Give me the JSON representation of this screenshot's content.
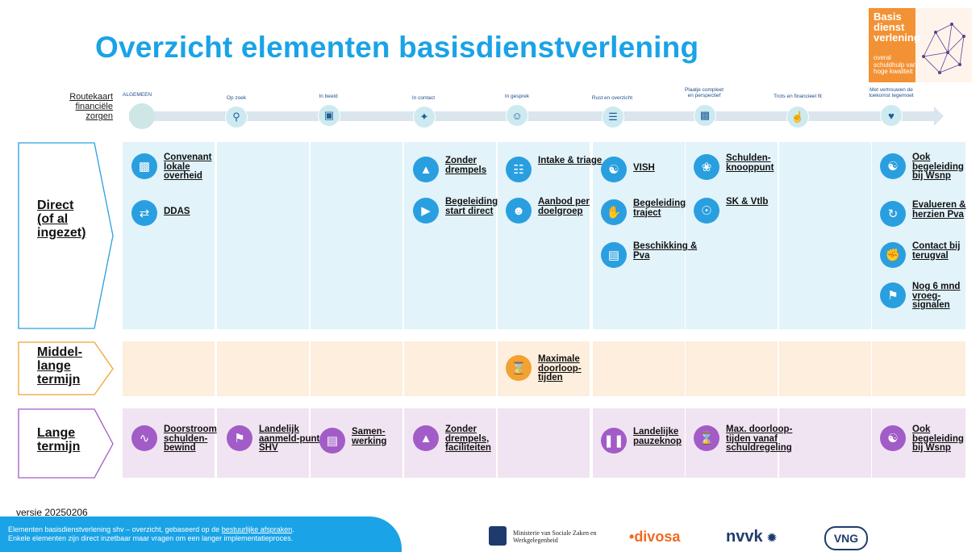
{
  "title": "Overzicht elementen basisdienstverlening",
  "logo": {
    "line1": "Basis",
    "line2": "dienst",
    "line3": "verlening",
    "tagline1": "overal",
    "tagline2": "schuldhulp van",
    "tagline3": "hoge kwaliteit"
  },
  "routekaart": {
    "line1": "Routekaart",
    "line2": "financiële",
    "line3": "zorgen"
  },
  "stages": [
    {
      "label": "ALGEMEEN",
      "icon": "algemeen-icon"
    },
    {
      "label": "Op zoek",
      "icon": "magnifier-icon"
    },
    {
      "label": "In beeld",
      "icon": "frame-icon"
    },
    {
      "label": "In contact",
      "icon": "network-icon"
    },
    {
      "label": "In gesprek",
      "icon": "conversation-icon"
    },
    {
      "label": "Rust en overzicht",
      "icon": "overview-icon"
    },
    {
      "label": "Plaatje compleet",
      "label2": "en perspectief",
      "icon": "puzzle-icon"
    },
    {
      "label": "Trots en financieel fit",
      "icon": "thumbs-up-icon"
    },
    {
      "label": "Met vertrouwen de",
      "label2": "toekomst tegemoet",
      "icon": "heart-hands-icon"
    }
  ],
  "rows": {
    "direct": {
      "l1": "Direct",
      "l2": "(of al",
      "l3": "ingezet)"
    },
    "middel": {
      "l1": "Middel-",
      "l2": "lange",
      "l3": "termijn"
    },
    "lange": {
      "l1": "Lange",
      "l2": "termijn"
    }
  },
  "items": {
    "convenant": "Convenant lokale overheid",
    "ddas": "DDAS",
    "zonder_drempels": "Zonder drempels",
    "begeleiding_start": "Begeleiding start direct",
    "intake": "Intake & triage",
    "aanbod": "Aanbod per doelgroep",
    "vish": "VISH",
    "begeleiding_traject": "Begeleiding traject",
    "beschikking": "Beschikking & Pva",
    "schuldenknooppunt": "Schulden-knooppunt",
    "sk_vtlb": "SK & Vtlb",
    "ook_begeleiding": "Ook begeleiding bij Wsnp",
    "evalueren": "Evalueren & herzien Pva",
    "contact_terugval": "Contact bij terugval",
    "nog6": "Nog 6 mnd vroeg-signalen",
    "maximale": "Maximale doorloop-tijden",
    "doorstroom": "Doorstroom schulden-bewind",
    "landelijk_aanmeld": "Landelijk aanmeld-punt SHV",
    "samenwerking": "Samen-werking",
    "zonder_drempels_fac": "Zonder drempels, faciliteiten",
    "pauzeknop": "Landelijke pauzeknop",
    "max_doorloop": "Max. doorloop-tijden vanaf schuldregeling",
    "ook_begeleiding2": "Ook begeleiding bij Wsnp"
  },
  "version": "versie 20250206",
  "footer": {
    "text1": "Elementen basisdienstverlening shv – overzicht, gebaseerd op de",
    "link": "bestuurlijke afspraken",
    "text1_end": ".",
    "text2": "Enkele elementen zijn direct inzetbaar maar vragen om een langer implementatieproces."
  },
  "partners": {
    "ministerie1": "Ministerie van Sociale Zaken en",
    "ministerie2": "Werkgelegenheid",
    "divosa": "divosa",
    "nvvk": "nvvk",
    "vng": "VNG"
  },
  "colors": {
    "title": "#1aa3e6",
    "direct_bg": "#e2f3fa",
    "middel_bg": "#fdeedd",
    "lange_bg": "#f1e4f2",
    "direct_border": "#2a9fe0",
    "middel_border": "#f2a230",
    "lange_border": "#a25cc7"
  }
}
